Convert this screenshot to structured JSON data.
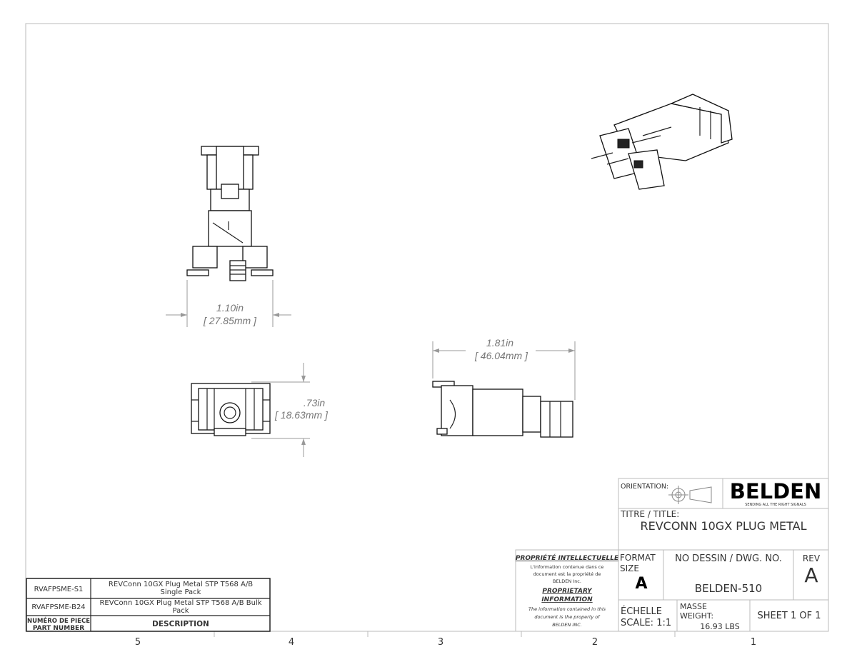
{
  "dimensions": {
    "width_in": "1.10in",
    "width_mm": "[ 27.85mm ]",
    "length_in": "1.81in",
    "length_mm": "[ 46.04mm ]",
    "height_in": ".73in",
    "height_mm": "[ 18.63mm ]"
  },
  "title_block": {
    "orientation_label": "ORIENTATION:",
    "logo_text": "BELDEN",
    "logo_tagline": "SENDING ALL THE RIGHT SIGNALS",
    "title_label": "TITRE / TITLE:",
    "title": "REVCONN 10GX PLUG METAL",
    "format_label": "FORMAT",
    "size_label": "SIZE",
    "size": "A",
    "dwg_label": "NO DESSIN / DWG. NO.",
    "dwg_no": "BELDEN-510",
    "rev_label": "REV",
    "rev": "A",
    "scale_label1": "ÉCHELLE",
    "scale_label2": "SCALE: 1:1",
    "weight_label1": "MASSE",
    "weight_label2": "WEIGHT:",
    "weight": "16.93 LBS",
    "sheet": "SHEET 1 OF 1"
  },
  "proprietary": {
    "fr_heading": "PROPRIÉTÉ INTELLECTUELLE",
    "fr_line1": "L'information contenue dans ce",
    "fr_line2": "document est la propriété de",
    "fr_line3": "BELDEN Inc.",
    "en_heading1": "PROPRIETARY",
    "en_heading2": "INFORMATION",
    "en_line1": "The information contained in this",
    "en_line2": "document is the property of",
    "en_line3": "BELDEN INC."
  },
  "parts_table": {
    "rows": [
      {
        "part": "RVAFPSME-S1",
        "desc1": "REVConn 10GX Plug Metal STP T568 A/B",
        "desc2": "Single Pack"
      },
      {
        "part": "RVAFPSME-B24",
        "desc1": "REVConn 10GX Plug Metal STP T568 A/B Bulk",
        "desc2": "Pack"
      }
    ],
    "header_part1": "NUMÉRO DE PIECE",
    "header_part2": "PART NUMBER",
    "header_desc": "DESCRIPTION"
  },
  "zones": [
    "5",
    "4",
    "3",
    "2",
    "1"
  ]
}
